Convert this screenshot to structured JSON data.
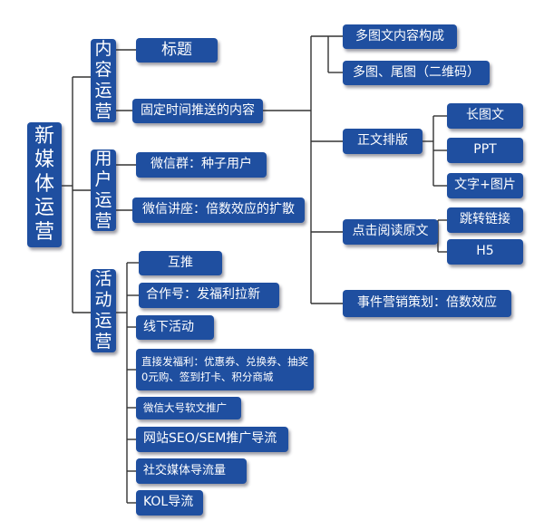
{
  "root": "新媒体运营",
  "content_ops": {
    "label": "内容运营",
    "title": "标题",
    "scheduled": "固定时间推送的内容",
    "multi_compose": "多图文内容构成",
    "multi_tail": "多图、尾图（二维码）",
    "layout": "正文排版",
    "long_image": "长图文",
    "ppt": "PPT",
    "text_image": "文字+图片",
    "read_original": "点击阅读原文",
    "jump_link": "跳转链接",
    "h5": "H5",
    "event_marketing": "事件营销策划：倍数效应"
  },
  "user_ops": {
    "label": "用户运营",
    "wechat_group": "微信群：种子用户",
    "wechat_lecture": "微信讲座：倍数效应的扩散"
  },
  "activity_ops": {
    "label": "活动运营",
    "items": [
      "互推",
      "合作号：发福利拉新",
      "线下活动",
      "直接发福利：优惠券、兑换券、抽奖0元购、签到打卡、积分商城",
      "微信大号软文推广",
      "网站SEO/SEM推广导流",
      "社交媒体导流量",
      "KOL导流"
    ]
  }
}
